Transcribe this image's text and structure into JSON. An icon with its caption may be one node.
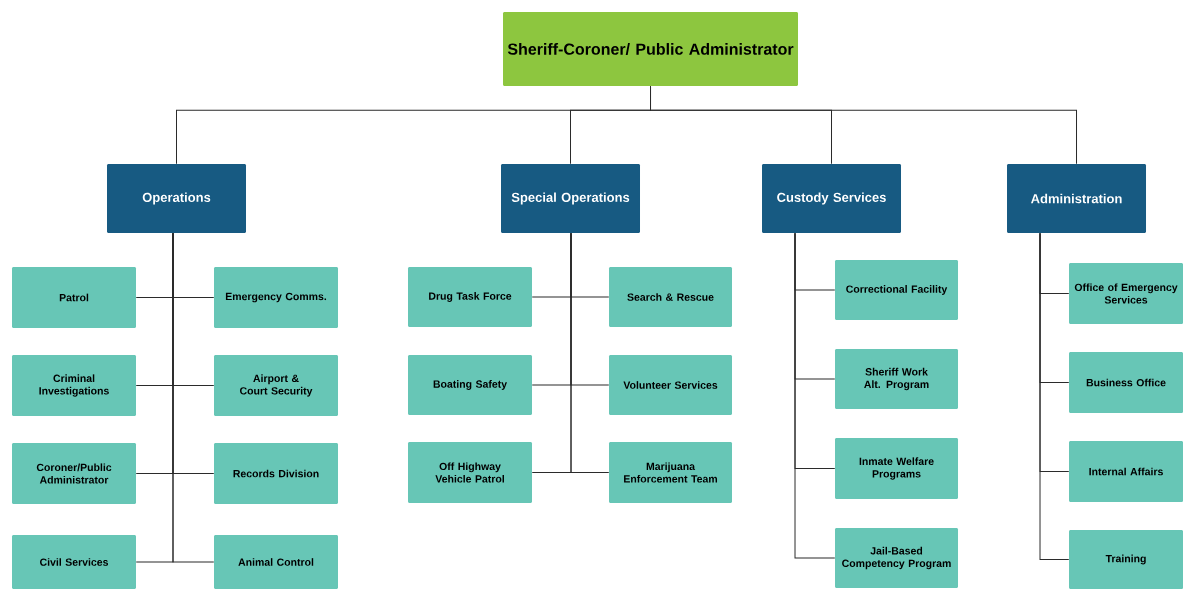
{
  "diagram": {
    "nodes": [
      {
        "text": [
          "Sheriff-Coroner/ Public Administrator"
        ]
      },
      {
        "text": [
          "Operations"
        ]
      },
      {
        "text": [
          "Special Operations"
        ]
      },
      {
        "text": [
          "Custody Services"
        ]
      },
      {
        "text": [
          "Administration"
        ]
      },
      {
        "text": [
          "Patrol"
        ]
      },
      {
        "text": [
          "Emergency Comms."
        ]
      },
      {
        "text": [
          "Criminal Investigations"
        ]
      },
      {
        "text": [
          "Airport & Court Security"
        ]
      },
      {
        "text": [
          "Coroner/Public Administrator"
        ]
      },
      {
        "text": [
          "Records Division"
        ]
      },
      {
        "text": [
          "Civil Services"
        ]
      },
      {
        "text": [
          "Animal Control"
        ]
      },
      {
        "text": [
          "Drug Task Force"
        ]
      },
      {
        "text": [
          "Search & Rescue"
        ]
      },
      {
        "text": [
          "Boating Safety"
        ]
      },
      {
        "text": [
          "Volunteer Services"
        ]
      },
      {
        "text": [
          "Off Highway Vehicle Patrol"
        ]
      },
      {
        "text": [
          "Marijuana Enforcement Team"
        ]
      },
      {
        "text": [
          "Correctional Facility"
        ]
      },
      {
        "text": [
          "Sheriff Work Alt. Program"
        ]
      },
      {
        "text": [
          "Inmate Welfare Programs"
        ]
      },
      {
        "text": [
          "Jail-Based Competency Program"
        ]
      },
      {
        "text": [
          "Office of Emergency Services"
        ]
      },
      {
        "text": [
          "Business Office"
        ]
      },
      {
        "text": [
          "Internal Affairs"
        ]
      },
      {
        "text": [
          "Training"
        ]
      }
    ],
    "edges": [
      {
        "from": 0,
        "to": 1,
        "arrow": "none"
      },
      {
        "from": 0,
        "to": 2,
        "arrow": "none"
      },
      {
        "from": 0,
        "to": 3,
        "arrow": "none"
      },
      {
        "from": 0,
        "to": 4,
        "arrow": "none"
      },
      {
        "from": 1,
        "to": 5,
        "arrow": "none"
      },
      {
        "from": 1,
        "to": 6,
        "arrow": "none"
      },
      {
        "from": 1,
        "to": 7,
        "arrow": "none"
      },
      {
        "from": 1,
        "to": 8,
        "arrow": "none"
      },
      {
        "from": 1,
        "to": 9,
        "arrow": "none"
      },
      {
        "from": 1,
        "to": 10,
        "arrow": "none"
      },
      {
        "from": 1,
        "to": 11,
        "arrow": "none"
      },
      {
        "from": 1,
        "to": 12,
        "arrow": "none"
      },
      {
        "from": 2,
        "to": 13,
        "arrow": "none"
      },
      {
        "from": 2,
        "to": 14,
        "arrow": "none"
      },
      {
        "from": 2,
        "to": 15,
        "arrow": "none"
      },
      {
        "from": 2,
        "to": 16,
        "arrow": "none"
      },
      {
        "from": 2,
        "to": 17,
        "arrow": "none"
      },
      {
        "from": 2,
        "to": 18,
        "arrow": "none"
      },
      {
        "from": 3,
        "to": 19,
        "arrow": "none"
      },
      {
        "from": 3,
        "to": 20,
        "arrow": "none"
      },
      {
        "from": 3,
        "to": 21,
        "arrow": "none"
      },
      {
        "from": 3,
        "to": 22,
        "arrow": "none"
      },
      {
        "from": 4,
        "to": 23,
        "arrow": "none"
      },
      {
        "from": 4,
        "to": 24,
        "arrow": "none"
      },
      {
        "from": 4,
        "to": 25,
        "arrow": "none"
      },
      {
        "from": 4,
        "to": 26,
        "arrow": "none"
      }
    ]
  }
}
